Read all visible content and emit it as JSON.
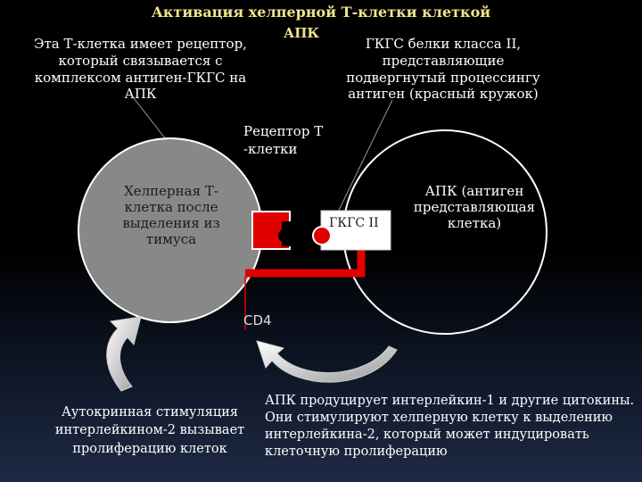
{
  "title": "Активация хелперной Т-клетки клеткой",
  "apk_title": "АПК",
  "left_note": "Эта Т-клетка имеет рецептор, который связывается с комплексом антиген-ГКГС на АПК",
  "right_note": "ГКГС белки класса II, представляющие подвергнутый процессингу антиген (красный кружок)",
  "receptor_label": "Рецептор Т -клетки",
  "helper_cell_label": "Хелперная Т-клетка после выделения из тимуса",
  "apc_label": "АПК (антиген представляющая клетка)",
  "gkgs_label": "ГКГС II",
  "cd4_label": "CD4",
  "autocrine_note": "Аутокринная стимуляция интерлейкином-2 вызывает пролиферацию клеток",
  "apc_produces_note": "АПК продуцирует интерлейкин-1 и другие цитокины. Они стимулируют хелперную клетку к выделению интерлейкина-2, который может индуцировать клеточную пролиферацию",
  "colors": {
    "title": "#f2e68a",
    "helper_cell": "#888888",
    "receptor": "#e10000",
    "antigen": "#e10000",
    "cd4": "#e10000"
  }
}
